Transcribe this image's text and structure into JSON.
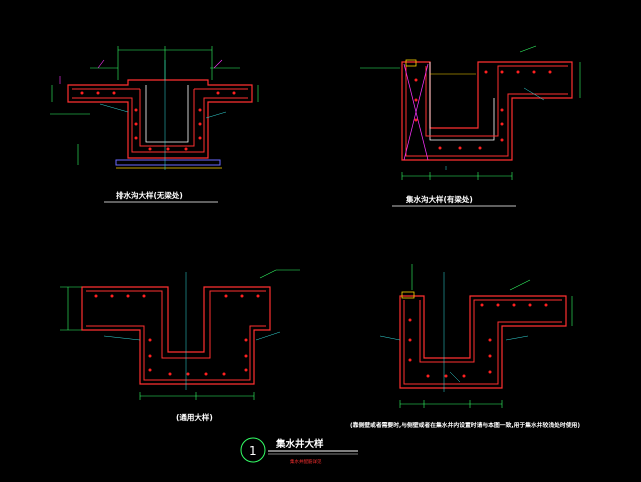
{
  "drawing": {
    "background": "#000000",
    "colors": {
      "concrete": "#ff3030",
      "rebar_dot": "#ff2020",
      "dimension": "#33ff66",
      "leader": "#33ff66",
      "cyan_line": "#33dddd",
      "annotation": "#ffffff",
      "yellow_line": "#ffd700",
      "blue_line": "#6a6aff",
      "magenta": "#ff33ff",
      "section_hatch": "#3399ff"
    },
    "captions": {
      "top_left": "排水沟大样(无梁处)",
      "top_right": "集水沟大样(有梁处)",
      "bottom_left": "(通用大样)",
      "bottom_right": "(靠侧壁或者需要时,与侧壁或者在集水井内设置时请与本图一致,用于集水井较浅处时使用)"
    },
    "title_block": {
      "number": "1",
      "title": "集水井大样",
      "subtitle": "集水井配筋详见"
    }
  }
}
